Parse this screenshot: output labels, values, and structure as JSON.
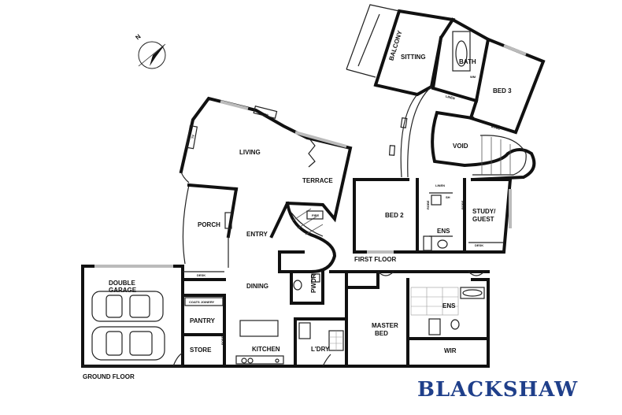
{
  "compass": {
    "label": "N",
    "icon": "north-arrow-icon"
  },
  "floors": {
    "ground": "GROUND FLOOR",
    "first": "FIRST FLOOR"
  },
  "rooms": {
    "balcony": "BALCONY",
    "sitting": "SITTING",
    "bath": "BATH",
    "bed3": "BED 3",
    "living": "LIVING",
    "terrace": "TERRACE",
    "void": "VOID",
    "porch": "PORCH",
    "entry": "ENTRY",
    "bed2": "BED 2",
    "study": "STUDY/ GUEST",
    "study_line1": "STUDY/",
    "study_line2": "GUEST",
    "ens_first": "ENS",
    "double_garage_line1": "DOUBLE",
    "double_garage_line2": "GARAGE",
    "dining": "DINING",
    "pwdr": "PWDR",
    "pantry": "PANTRY",
    "store": "STORE",
    "kitchen": "KITCHEN",
    "ldry": "L'DRY",
    "master_bed_line1": "MASTER",
    "master_bed_line2": "BED",
    "ens_ground": "ENS",
    "wir": "WIR"
  },
  "fixtures": {
    "fire1": "FIRE",
    "fire2": "FIRE",
    "tv": "TV",
    "linen1": "LINEN",
    "linen2": "LINEN",
    "robe1": "ROBE",
    "robe2": "ROBE",
    "robe3": "ROBE",
    "robe4": "ROBE",
    "desk1": "DESK",
    "desk2": "DESK",
    "coats": "COATS JOINERY",
    "wm": "WM",
    "sh": "SH"
  },
  "brand": {
    "name": "BLACKSHAW",
    "color": "#1f3f8a"
  }
}
